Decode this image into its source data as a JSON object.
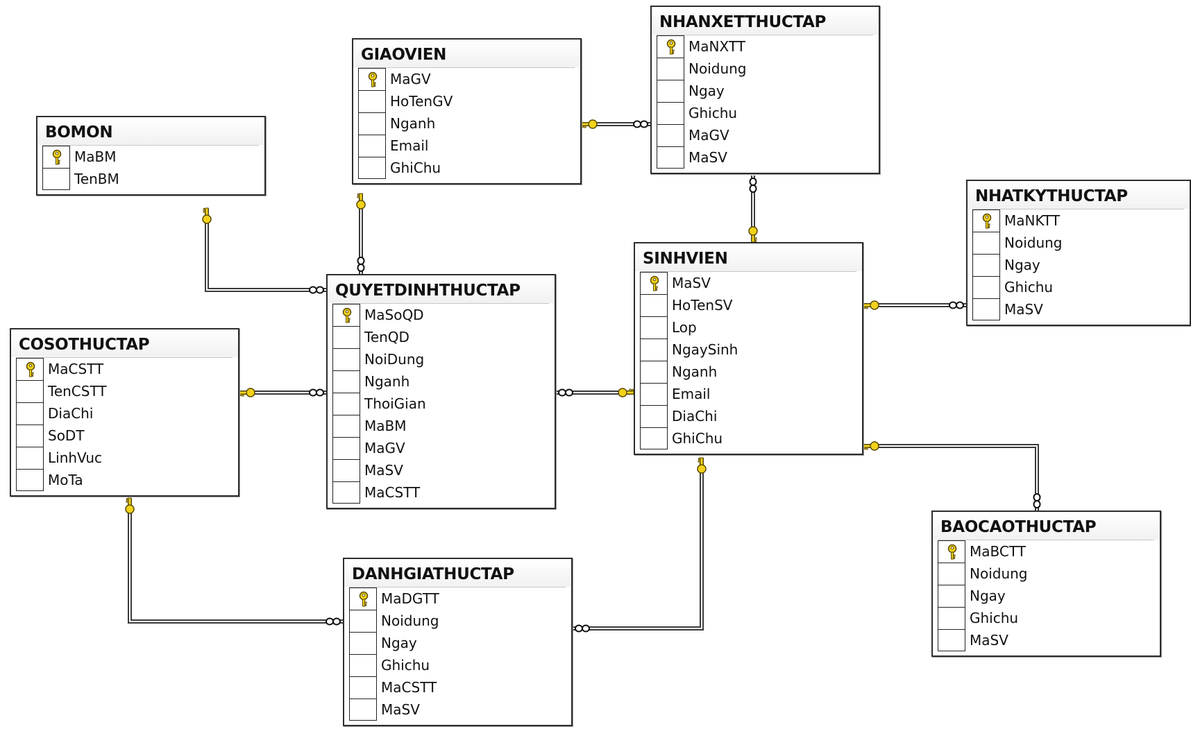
{
  "diagram": {
    "tables": [
      {
        "id": "bomon",
        "name": "BOMON",
        "columns": [
          {
            "name": "MaBM",
            "pk": true
          },
          {
            "name": "TenBM",
            "pk": false
          }
        ]
      },
      {
        "id": "giaovien",
        "name": "GIAOVIEN",
        "columns": [
          {
            "name": "MaGV",
            "pk": true
          },
          {
            "name": "HoTenGV",
            "pk": false
          },
          {
            "name": "Nganh",
            "pk": false
          },
          {
            "name": "Email",
            "pk": false
          },
          {
            "name": "GhiChu",
            "pk": false
          }
        ]
      },
      {
        "id": "nhanxetthuctap",
        "name": "NHANXETTHUCTAP",
        "columns": [
          {
            "name": "MaNXTT",
            "pk": true
          },
          {
            "name": "Noidung",
            "pk": false
          },
          {
            "name": "Ngay",
            "pk": false
          },
          {
            "name": "Ghichu",
            "pk": false
          },
          {
            "name": "MaGV",
            "pk": false
          },
          {
            "name": "MaSV",
            "pk": false
          }
        ]
      },
      {
        "id": "nhatkythuctap",
        "name": "NHATKYTHUCTAP",
        "columns": [
          {
            "name": "MaNKTT",
            "pk": true
          },
          {
            "name": "Noidung",
            "pk": false
          },
          {
            "name": "Ngay",
            "pk": false
          },
          {
            "name": "Ghichu",
            "pk": false
          },
          {
            "name": "MaSV",
            "pk": false
          }
        ]
      },
      {
        "id": "sinhvien",
        "name": "SINHVIEN",
        "columns": [
          {
            "name": "MaSV",
            "pk": true
          },
          {
            "name": "HoTenSV",
            "pk": false
          },
          {
            "name": "Lop",
            "pk": false
          },
          {
            "name": "NgaySinh",
            "pk": false
          },
          {
            "name": "Nganh",
            "pk": false
          },
          {
            "name": "Email",
            "pk": false
          },
          {
            "name": "DiaChi",
            "pk": false
          },
          {
            "name": "GhiChu",
            "pk": false
          }
        ]
      },
      {
        "id": "quyetdinhthuctap",
        "name": "QUYETDINHTHUCTAP",
        "columns": [
          {
            "name": "MaSoQD",
            "pk": true
          },
          {
            "name": "TenQD",
            "pk": false
          },
          {
            "name": "NoiDung",
            "pk": false
          },
          {
            "name": "Nganh",
            "pk": false
          },
          {
            "name": "ThoiGian",
            "pk": false
          },
          {
            "name": "MaBM",
            "pk": false
          },
          {
            "name": "MaGV",
            "pk": false
          },
          {
            "name": "MaSV",
            "pk": false
          },
          {
            "name": "MaCSTT",
            "pk": false
          }
        ]
      },
      {
        "id": "cosothuctap",
        "name": "COSOTHUCTAP",
        "columns": [
          {
            "name": "MaCSTT",
            "pk": true
          },
          {
            "name": "TenCSTT",
            "pk": false
          },
          {
            "name": "DiaChi",
            "pk": false
          },
          {
            "name": "SoDT",
            "pk": false
          },
          {
            "name": "LinhVuc",
            "pk": false
          },
          {
            "name": "MoTa",
            "pk": false
          }
        ]
      },
      {
        "id": "baocaothuctap",
        "name": "BAOCAOTHUCTAP",
        "columns": [
          {
            "name": "MaBCTT",
            "pk": true
          },
          {
            "name": "Noidung",
            "pk": false
          },
          {
            "name": "Ngay",
            "pk": false
          },
          {
            "name": "Ghichu",
            "pk": false
          },
          {
            "name": "MaSV",
            "pk": false
          }
        ]
      },
      {
        "id": "danhgiathuctap",
        "name": "DANHGIATHUCTAP",
        "columns": [
          {
            "name": "MaDGTT",
            "pk": true
          },
          {
            "name": "Noidung",
            "pk": false
          },
          {
            "name": "Ngay",
            "pk": false
          },
          {
            "name": "Ghichu",
            "pk": false
          },
          {
            "name": "MaCSTT",
            "pk": false
          },
          {
            "name": "MaSV",
            "pk": false
          }
        ]
      }
    ],
    "relationships": [
      {
        "id": "bomon-quyetdinh",
        "from": "BOMON",
        "to": "QUYETDINHTHUCTAP"
      },
      {
        "id": "giaovien-quyetdinh",
        "from": "GIAOVIEN",
        "to": "QUYETDINHTHUCTAP"
      },
      {
        "id": "giaovien-nhanxet",
        "from": "GIAOVIEN",
        "to": "NHANXETTHUCTAP"
      },
      {
        "id": "sinhvien-nhanxet",
        "from": "SINHVIEN",
        "to": "NHANXETTHUCTAP"
      },
      {
        "id": "cosothuctap-quyetdinh",
        "from": "COSOTHUCTAP",
        "to": "QUYETDINHTHUCTAP"
      },
      {
        "id": "sinhvien-quyetdinh",
        "from": "SINHVIEN",
        "to": "QUYETDINHTHUCTAP"
      },
      {
        "id": "sinhvien-nhatky",
        "from": "SINHVIEN",
        "to": "NHATKYTHUCTAP"
      },
      {
        "id": "sinhvien-baocao",
        "from": "SINHVIEN",
        "to": "BAOCAOTHUCTAP"
      },
      {
        "id": "cosothuctap-danhgia",
        "from": "COSOTHUCTAP",
        "to": "DANHGIATHUCTAP"
      },
      {
        "id": "sinhvien-danhgia",
        "from": "SINHVIEN",
        "to": "DANHGIATHUCTAP"
      }
    ],
    "colors": {
      "key_icon_fill": "#f2d21a",
      "key_icon_stroke": "#5a4a00",
      "line": "#3a3a3a",
      "border": "#2d2d2d"
    }
  }
}
